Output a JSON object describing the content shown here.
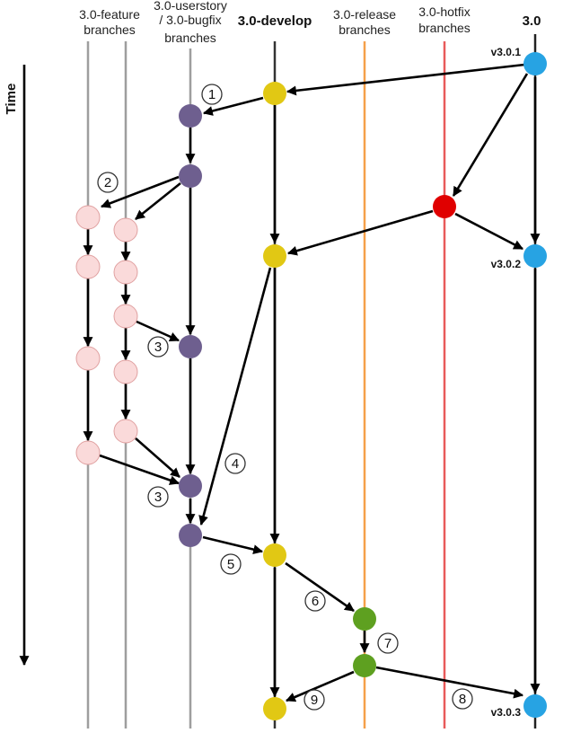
{
  "headers": {
    "feature": [
      "3.0-feature",
      "branches"
    ],
    "userstory": [
      "3.0-userstory",
      "/ 3.0-bugfix",
      "branches"
    ],
    "develop": "3.0-develop",
    "release": [
      "3.0-release",
      "branches"
    ],
    "hotfix": [
      "3.0-hotfix",
      "branches"
    ],
    "main": "3.0"
  },
  "time_label": "Time",
  "tags": {
    "v301": "v3.0.1",
    "v302": "v3.0.2",
    "v303": "v3.0.3"
  },
  "steps": {
    "s1": "1",
    "s2": "2",
    "s3a": "3",
    "s3b": "3",
    "s4": "4",
    "s5": "5",
    "s6": "6",
    "s7": "7",
    "s8": "8",
    "s9": "9"
  },
  "colors": {
    "feature_line": "#9e9e9e",
    "userstory_line": "#9e9e9e",
    "develop_line": "#333333",
    "release_line": "#f5a04a",
    "hotfix_line": "#e85a5a",
    "main_line": "#222222",
    "feature_node": "#fadada",
    "feature_node_border": "#e0a0a0",
    "userstory_node": "#6e5f8f",
    "develop_node": "#e1c814",
    "release_node": "#5ea020",
    "hotfix_node": "#e00000",
    "main_node": "#27a3e3"
  }
}
